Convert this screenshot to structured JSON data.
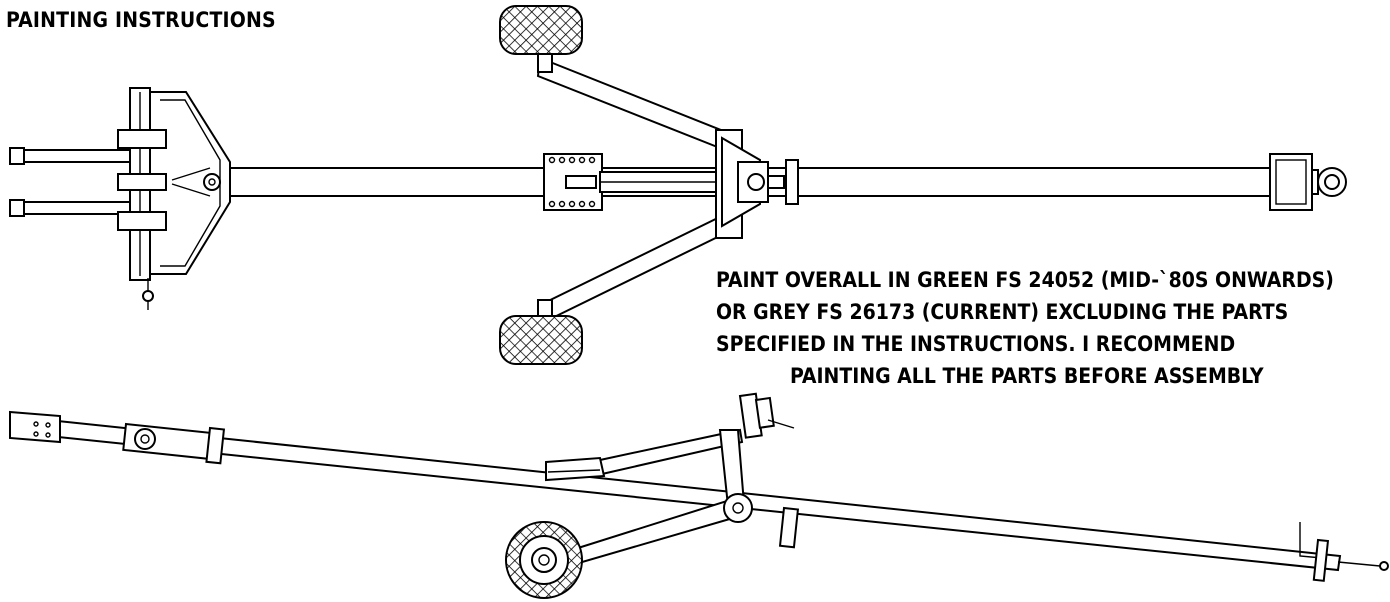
{
  "title": "PAINTING INSTRUCTIONS",
  "instructions": [
    "PAINT OVERALL IN GREEN FS 24052 (MID-`80S ONWARDS)",
    "OR GREY FS 26173 (CURRENT) EXCLUDING THE PARTS",
    "SPECIFIED IN THE INSTRUCTIONS. I RECOMMEND",
    "PAINTING ALL THE PARTS BEFORE ASSEMBLY"
  ]
}
